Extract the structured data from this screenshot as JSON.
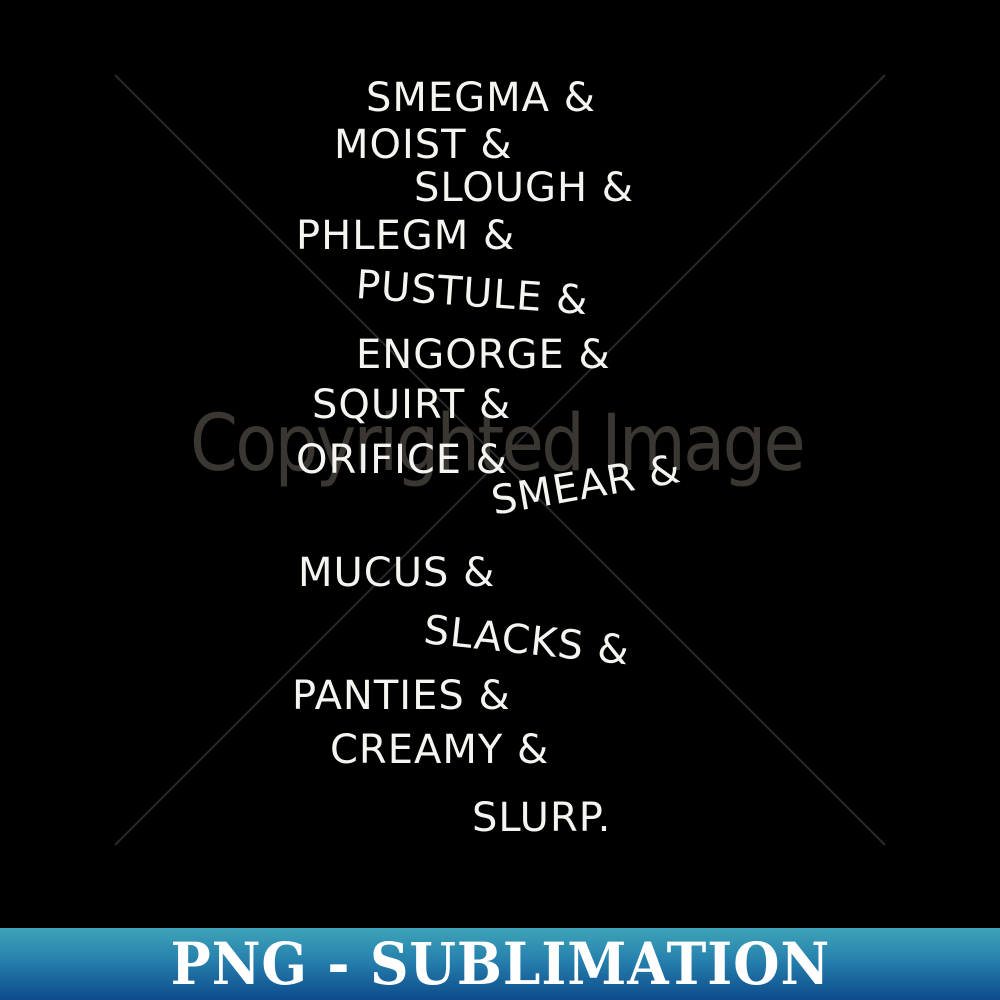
{
  "watermark": {
    "text": "Copyrighted Image"
  },
  "poem": {
    "lines": [
      "SMEGMA &",
      "MOIST &",
      "SLOUGH &",
      "PHLEGM &",
      "PUSTULE &",
      "ENGORGE &",
      "SQUIRT &",
      "ORIFICE &",
      "SMEAR &",
      "MUCUS &",
      "SLACKS &",
      "PANTIES &",
      "CREAMY &",
      "SLURP."
    ]
  },
  "banner": {
    "text": "PNG - SUBLIMATION",
    "gradient_top": "#3ea4b8",
    "gradient_bottom": "#0d4a8c"
  },
  "colors": {
    "background": "#000000",
    "text": "#f4f4f0",
    "watermark": "#3a3632"
  }
}
